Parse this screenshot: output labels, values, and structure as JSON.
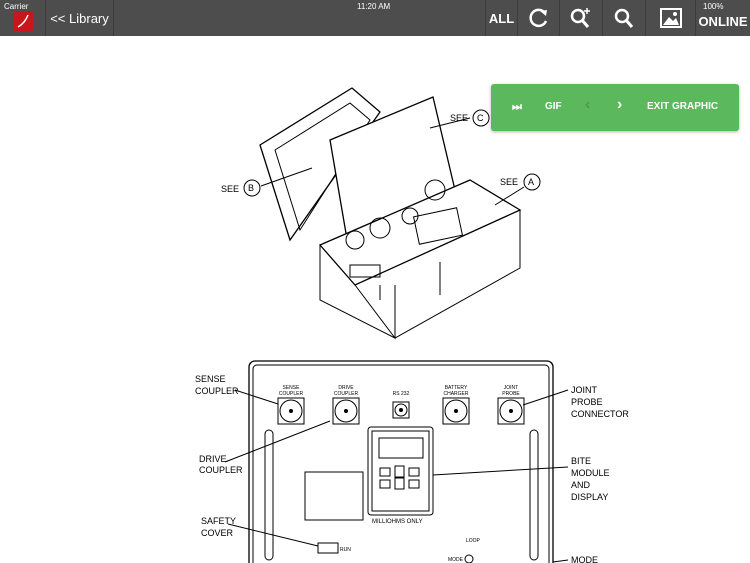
{
  "status_bar": {
    "carrier": "Carrier",
    "time": "11:20 AM",
    "battery": "100%"
  },
  "toolbar": {
    "back_label": "<< Library",
    "all_label": "ALL",
    "online_label": "ONLINE",
    "icons": [
      "app-logo",
      "refresh-icon",
      "zoom-in-icon",
      "search-icon",
      "image-icon"
    ]
  },
  "graphic_controls": {
    "skip_label": "⏭",
    "gif_label": "GIF",
    "prev_label": "‹",
    "next_label": "›",
    "exit_label": "EXIT GRAPHIC",
    "color": "#5cb85c"
  },
  "drawing": {
    "callouts": {
      "see": "SEE",
      "a": "A",
      "b": "B",
      "c": "C"
    },
    "left_labels": [
      "SENSE",
      "COUPLER",
      "DRIVE",
      "COUPLER",
      "SAFETY",
      "COVER"
    ],
    "right_labels": [
      "JOINT",
      "PROBE",
      "CONNECTOR",
      "BITE",
      "MODULE",
      "AND",
      "DISPLAY",
      "MODE"
    ],
    "connectors": [
      {
        "l1": "SENSE",
        "l2": "COUPLER"
      },
      {
        "l1": "DRIVE",
        "l2": "COUPLER"
      },
      {
        "l1": "",
        "l2": "RS 232"
      },
      {
        "l1": "BATTERY",
        "l2": "CHARGER"
      },
      {
        "l1": "JOINT",
        "l2": "PROBE"
      }
    ],
    "panel_text": {
      "millihms": "MILLIOHMS ONLY",
      "loop": "LOOP",
      "run": "RUN",
      "mode": "MODE"
    }
  }
}
